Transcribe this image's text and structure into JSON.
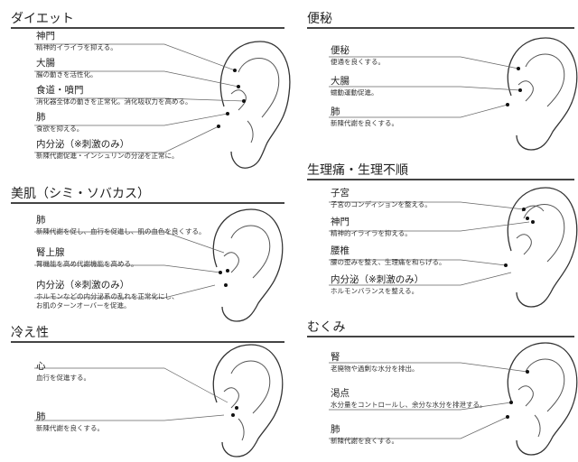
{
  "sections": [
    {
      "id": "diet",
      "title": "ダイエット",
      "points": [
        {
          "name": "神門",
          "desc": [
            "精神的イライラを抑える。"
          ]
        },
        {
          "name": "大腸",
          "desc": [
            "腸の動きを活性化。"
          ]
        },
        {
          "name": "食道・噴門",
          "desc": [
            "消化器全体の動きを正常化。消化吸収力を高める。"
          ]
        },
        {
          "name": "肺",
          "desc": [
            "食欲を抑える。"
          ]
        },
        {
          "name": "内分泌（※刺激のみ）",
          "desc": [
            "新陳代謝促進・インシュリンの分泌を正常に。"
          ]
        }
      ]
    },
    {
      "id": "constipation",
      "title": "便秘",
      "points": [
        {
          "name": "便秘",
          "desc": [
            "便通を良くする。"
          ]
        },
        {
          "name": "大腸",
          "desc": [
            "蠕動運動促進。"
          ]
        },
        {
          "name": "肺",
          "desc": [
            "新陳代謝を良くする。"
          ]
        }
      ]
    },
    {
      "id": "beauty",
      "title": "美肌（シミ・ソバカス）",
      "points": [
        {
          "name": "肺",
          "desc": [
            "新陳代謝を促し、血行を促進し、肌の血色を良くする。"
          ]
        },
        {
          "name": "腎上腺",
          "desc": [
            "腎機能を高め代謝機能を高める。"
          ]
        },
        {
          "name": "内分泌（※刺激のみ）",
          "desc": [
            "ホルモンなどの内分泌系の乱れを正常化にし、",
            "お肌のターンオーバーを促進。"
          ]
        }
      ]
    },
    {
      "id": "menstrual",
      "title": "生理痛・生理不順",
      "points": [
        {
          "name": "子宮",
          "desc": [
            "子宮のコンディションを整える。"
          ]
        },
        {
          "name": "神門",
          "desc": [
            "精神的イライラを抑える。"
          ]
        },
        {
          "name": "腰椎",
          "desc": [
            "腰の歪みを整え、生理痛を和らげる。"
          ]
        },
        {
          "name": "内分泌（※刺激のみ）",
          "desc": [
            "ホルモンバランスを整える。"
          ]
        }
      ]
    },
    {
      "id": "cold",
      "title": "冷え性",
      "points": [
        {
          "name": "心",
          "desc": [
            "血行を促進する。"
          ]
        },
        {
          "name": "肺",
          "desc": [
            "新陳代謝を良くする。"
          ]
        }
      ]
    },
    {
      "id": "swelling",
      "title": "むくみ",
      "points": [
        {
          "name": "腎",
          "desc": [
            "老廃物や過剰な水分を排出。"
          ]
        },
        {
          "name": "渇点",
          "desc": [
            "水分量をコントロールし、余分な水分を排泄する。"
          ]
        },
        {
          "name": "肺",
          "desc": [
            "新陳代謝を良くする。"
          ]
        }
      ]
    }
  ]
}
